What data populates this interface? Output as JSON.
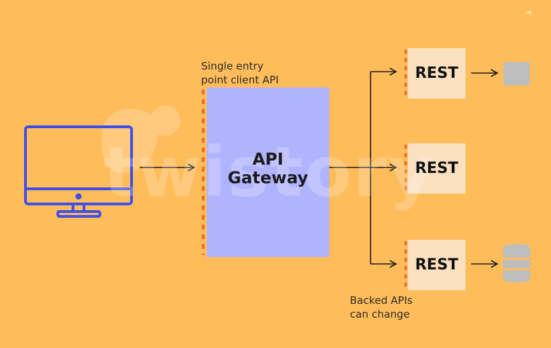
{
  "diagram": {
    "client_label": "",
    "gateway": {
      "note_line1": "Single entry",
      "note_line2": "point client API",
      "title_line1": "API",
      "title_line2": "Gateway"
    },
    "services": [
      {
        "label": "REST",
        "target": "square-block-icon"
      },
      {
        "label": "REST",
        "target": ""
      },
      {
        "label": "REST",
        "target": "database-icon"
      }
    ],
    "backend_note_line1": "Backed APIs",
    "backend_note_line2": "can change",
    "watermark": "twistory",
    "colors": {
      "background": "#FFBC5A",
      "gateway_fill": "#B0B4FF",
      "rest_fill": "#FCE1C1",
      "accent_dashes": "#F26B1D",
      "monitor_stroke": "#3E4FE8",
      "arrow": "#1a1a1a",
      "storage_gray": "#BDBDBD"
    }
  }
}
